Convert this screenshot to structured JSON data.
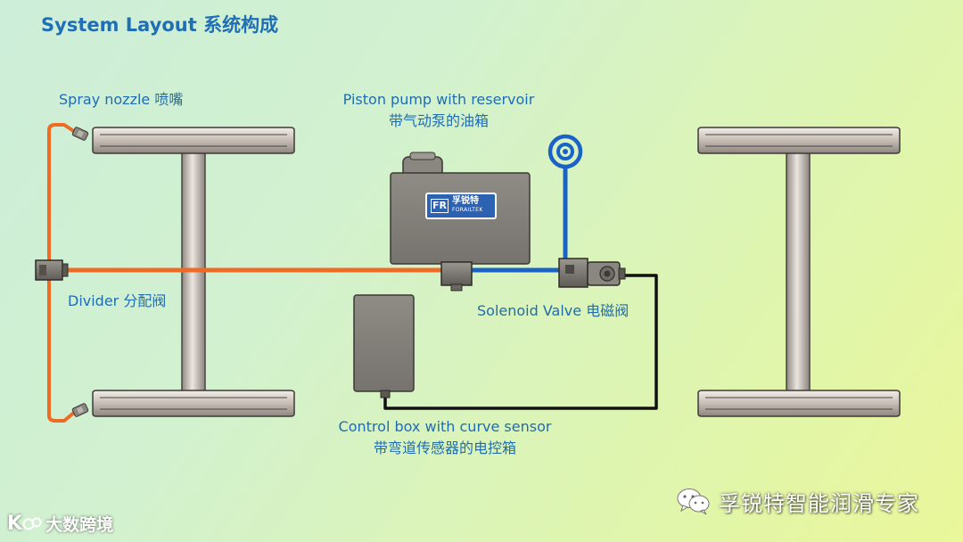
{
  "title": "System Layout 系统构成",
  "labels": {
    "spray_nozzle": "Spray nozzle  喷嘴",
    "pump_en": "Piston pump with reservoir",
    "pump_cn": "带气动泵的油箱",
    "divider": "Divider 分配阀",
    "solenoid": "Solenoid Valve 电磁阀",
    "control_en": "Control box with curve sensor",
    "control_cn": "带弯道传感器的电控箱"
  },
  "logo": {
    "mark": "FR",
    "cn": "孚锐特",
    "en": "FORAILTEK"
  },
  "watermarks": {
    "right": "孚锐特智能润滑专家",
    "left": "大数跨境",
    "left_mark": "K"
  },
  "colors": {
    "title": "#1f6fb6",
    "label": "#1f6db0",
    "oil_line": "#ee6b25",
    "air_line": "#1a62c6",
    "signal_line": "#111111",
    "device_body": "#84817b",
    "rail_metal": "#c9c2bb"
  },
  "icons": [
    "wechat-icon",
    "kk-logo-icon",
    "air-inlet-icon"
  ]
}
